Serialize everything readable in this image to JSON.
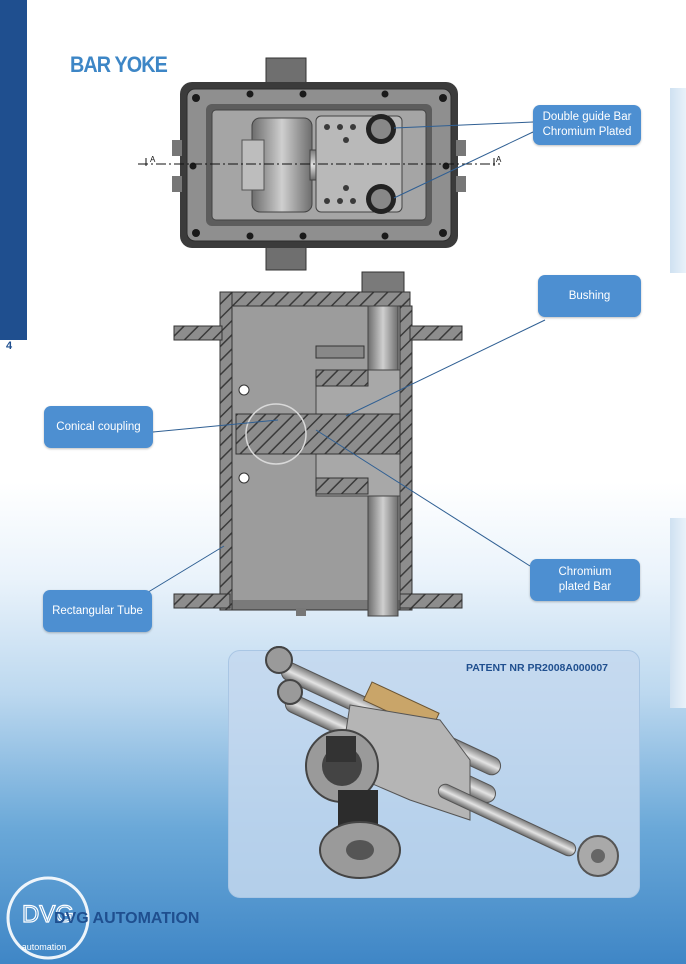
{
  "page_number": "4",
  "title": "BAR YOKE",
  "callouts": {
    "guide_bar": [
      "Double guide Bar",
      "Chromium Plated"
    ],
    "bushing": "Bushing",
    "conical": "Conical coupling",
    "chrom_bar": [
      "Chromium",
      "plated Bar"
    ],
    "rect_tube": "Rectangular Tube"
  },
  "section_marks": [
    "A",
    "A"
  ],
  "patent": "PATENT NR  PR2008A000007",
  "brand": "DVG AUTOMATION",
  "logo": {
    "letters": "DVG",
    "sub": "automation"
  }
}
